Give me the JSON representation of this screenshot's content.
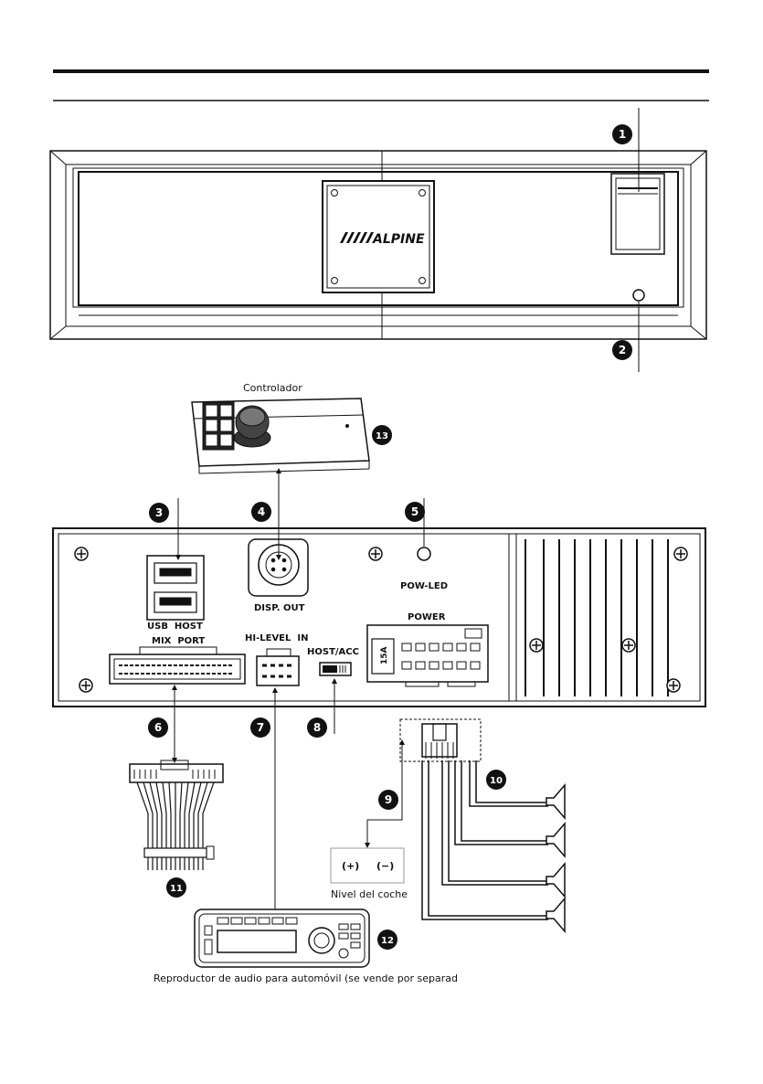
{
  "logo_text": "ALPINE",
  "labels": {
    "controlador": "Controlador",
    "usb_host": "USB  HOST",
    "disp_out": "DISP. OUT",
    "pow_led": "POW-LED",
    "power": "POWER",
    "mix_port": "MIX  PORT",
    "hi_level_in": "HI-LEVEL  IN",
    "host_acc": "HOST/ACC",
    "fuse": "15A",
    "plus": "(+)",
    "minus": "(−)",
    "nivel_coche": "Nivel del coche",
    "reproductor": "Reproductor de audio para automóvil (se vende por separad"
  },
  "callouts": [
    "1",
    "2",
    "3",
    "4",
    "5",
    "6",
    "7",
    "8",
    "9",
    "10",
    "11",
    "12",
    "13"
  ]
}
